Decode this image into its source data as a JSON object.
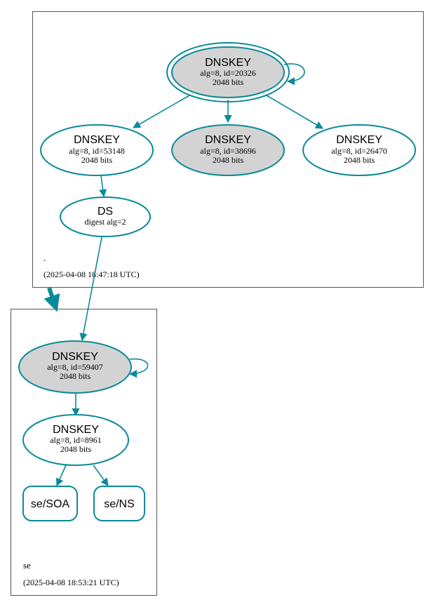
{
  "colors": {
    "edge": "#0a8a99",
    "node_stroke": "#0a8a99",
    "ksk_fill": "#d3d3d3",
    "zsk_fill": "#ffffff",
    "zone_border": "#555555"
  },
  "zones": {
    "root": {
      "label": ".",
      "timestamp": "(2025-04-08 18:47:18 UTC)"
    },
    "se": {
      "label": "se",
      "timestamp": "(2025-04-08 18:53:21 UTC)"
    }
  },
  "nodes": {
    "root_ksk": {
      "title": "DNSKEY",
      "line1": "alg=8, id=20326",
      "line2": "2048 bits"
    },
    "root_zsk1": {
      "title": "DNSKEY",
      "line1": "alg=8, id=53148",
      "line2": "2048 bits"
    },
    "root_key2": {
      "title": "DNSKEY",
      "line1": "alg=8, id=38696",
      "line2": "2048 bits"
    },
    "root_zsk3": {
      "title": "DNSKEY",
      "line1": "alg=8, id=26470",
      "line2": "2048 bits"
    },
    "ds": {
      "title": "DS",
      "line1": "digest alg=2"
    },
    "se_ksk": {
      "title": "DNSKEY",
      "line1": "alg=8, id=59407",
      "line2": "2048 bits"
    },
    "se_zsk": {
      "title": "DNSKEY",
      "line1": "alg=8, id=8961",
      "line2": "2048 bits"
    },
    "se_soa": {
      "title": "se/SOA"
    },
    "se_ns": {
      "title": "se/NS"
    }
  }
}
